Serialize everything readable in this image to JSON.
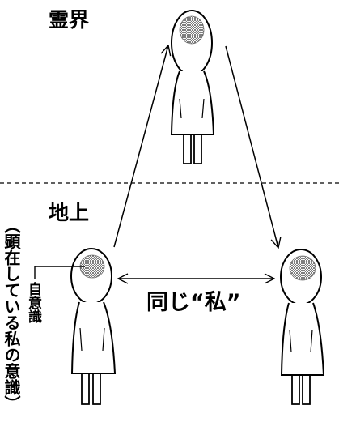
{
  "labels": {
    "spirit_world": "霊界",
    "earth_world": "地上",
    "self_consciousness": "自意識",
    "manifest_consciousness": "（顕在している私の意識）",
    "same_self": "同じ“私”"
  },
  "colors": {
    "ink": "#000000",
    "background": "#ffffff",
    "head_shade": "#8a8a8a"
  },
  "figures": [
    "figure-spirit",
    "figure-earth-left",
    "figure-earth-right"
  ]
}
